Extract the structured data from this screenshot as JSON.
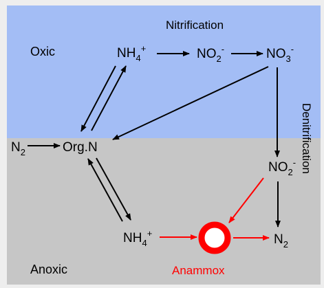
{
  "colors": {
    "oxic_bg": "#a3bdf5",
    "anoxic_bg": "#c6c6c6",
    "frame": "#eeeeee",
    "arrow": "#000000",
    "anammox": "#ff0000"
  },
  "zones": {
    "oxic": "Oxic",
    "anoxic": "Anoxic"
  },
  "processes": {
    "nitrification": "Nitrification",
    "denitrification": "Denitrification",
    "anammox": "Anammox"
  },
  "species": {
    "n2_left": {
      "base": "N",
      "sub": "2",
      "sup": ""
    },
    "org_n": {
      "base": "Org.N",
      "sub": "",
      "sup": ""
    },
    "nh4_top": {
      "base": "NH",
      "sub": "4",
      "sup": "+"
    },
    "no2_top": {
      "base": "NO",
      "sub": "2",
      "sup": "-"
    },
    "no3": {
      "base": "NO",
      "sub": "3",
      "sup": "-"
    },
    "no2_right": {
      "base": "NO",
      "sub": "2",
      "sup": "-"
    },
    "nh4_bottom": {
      "base": "NH",
      "sub": "4",
      "sup": "+"
    },
    "n2_right": {
      "base": "N",
      "sub": "2",
      "sup": ""
    }
  }
}
